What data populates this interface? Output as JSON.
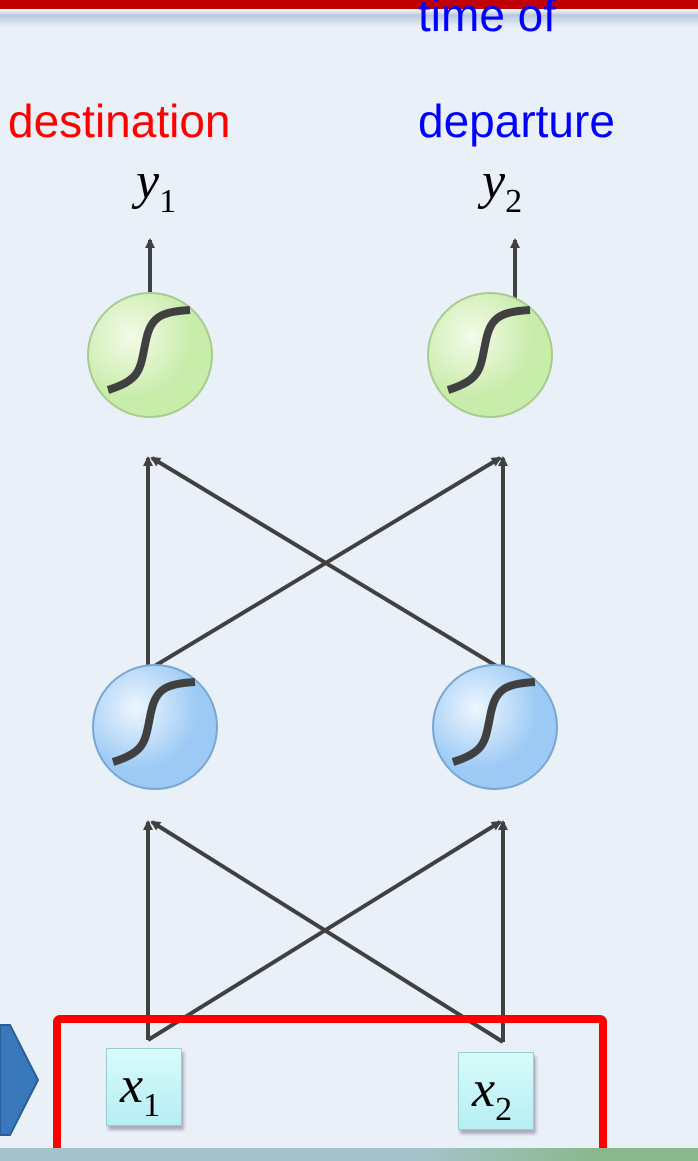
{
  "labels": {
    "output1": "destination",
    "output2_line1": "time of",
    "output2_line2": "departure"
  },
  "outputs": [
    {
      "var": "y",
      "sub": "1"
    },
    {
      "var": "y",
      "sub": "2"
    }
  ],
  "inputs": [
    {
      "var": "x",
      "sub": "1"
    },
    {
      "var": "x",
      "sub": "2"
    }
  ],
  "colors": {
    "output1": "#ff0000",
    "output2": "#0000ff",
    "highlight": "#ff0000",
    "outputNode": "#d8f0c0",
    "hiddenNode": "#b8d8f8"
  }
}
